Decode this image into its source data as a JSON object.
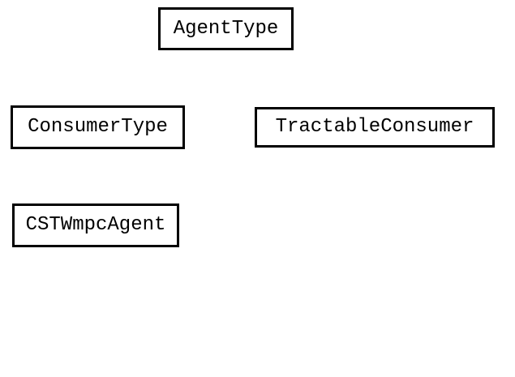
{
  "diagram": {
    "nodes": {
      "agent_type": {
        "label": "AgentType"
      },
      "consumer_type": {
        "label": "ConsumerType"
      },
      "tractable_consumer": {
        "label": "TractableConsumer"
      },
      "cstw_mpc_agent": {
        "label": "CSTWmpcAgent"
      }
    },
    "colors": {
      "border": "#000000",
      "text": "#000000",
      "background": "#ffffff"
    }
  }
}
